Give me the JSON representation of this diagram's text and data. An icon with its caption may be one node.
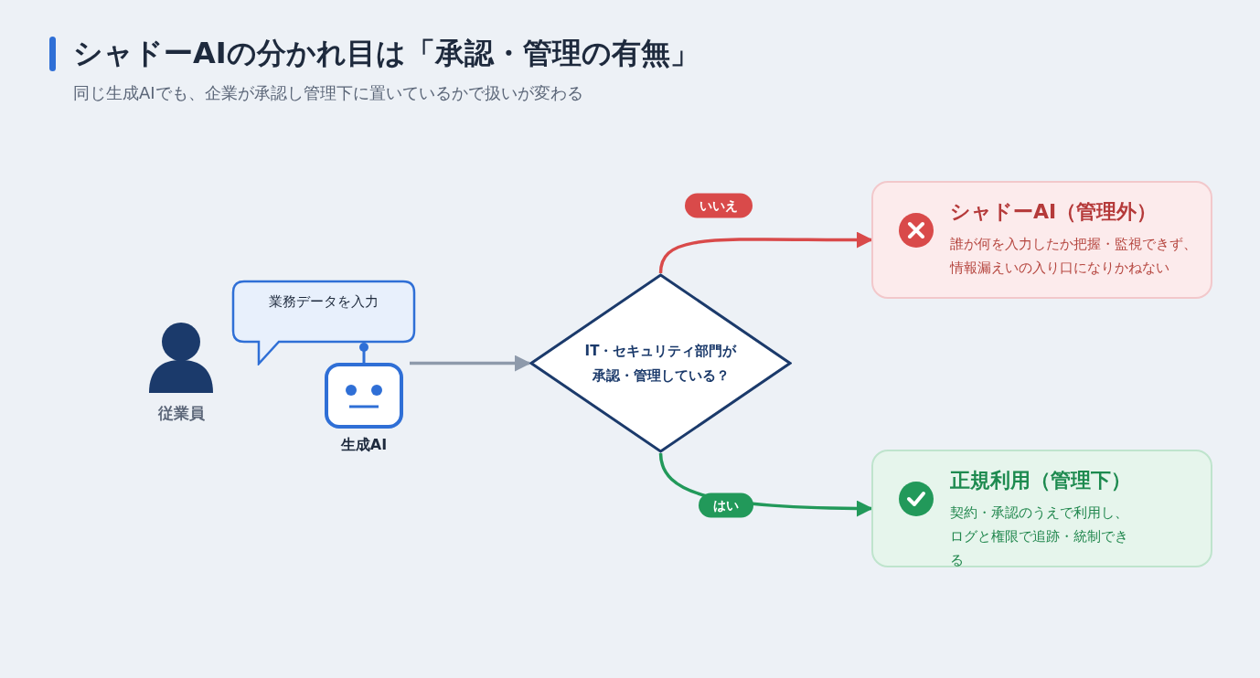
{
  "diagram": {
    "title": "シャドーAIの分かれ目は「承認・管理の有無」",
    "caption": "同じ生成AIでも、企業が承認し管理下に置いているかで扱いが変わる",
    "nodes": [
      {
        "text": [],
        "shape": "person",
        "beside": [
          "従業員"
        ]
      },
      {
        "text": [
          "業務データを入力"
        ]
      },
      {
        "text": [],
        "shape": "robot",
        "beside": [
          "生成AI"
        ]
      },
      {
        "text": [
          "IT・セキュリティ部門が承認・管理している？"
        ]
      },
      {
        "text": [
          "シャドーAI（管理外）",
          "誰が何を入力したか把握・監視できず、情報漏えいの入り口になりかねない"
        ]
      },
      {
        "text": [
          "正規利用（管理下）",
          "契約・承認のうえで利用し、ログと権限で追跡・統制できる"
        ]
      }
    ],
    "edges": [
      {
        "from": 2,
        "to": 3,
        "arrow": "to",
        "color": "#8e9aab"
      },
      {
        "from": 3,
        "to": 4,
        "arrow": "to",
        "label": "いいえ",
        "color": "#d94a4a"
      },
      {
        "from": 3,
        "to": 5,
        "arrow": "to",
        "label": "はい",
        "color": "#22995a"
      }
    ]
  }
}
